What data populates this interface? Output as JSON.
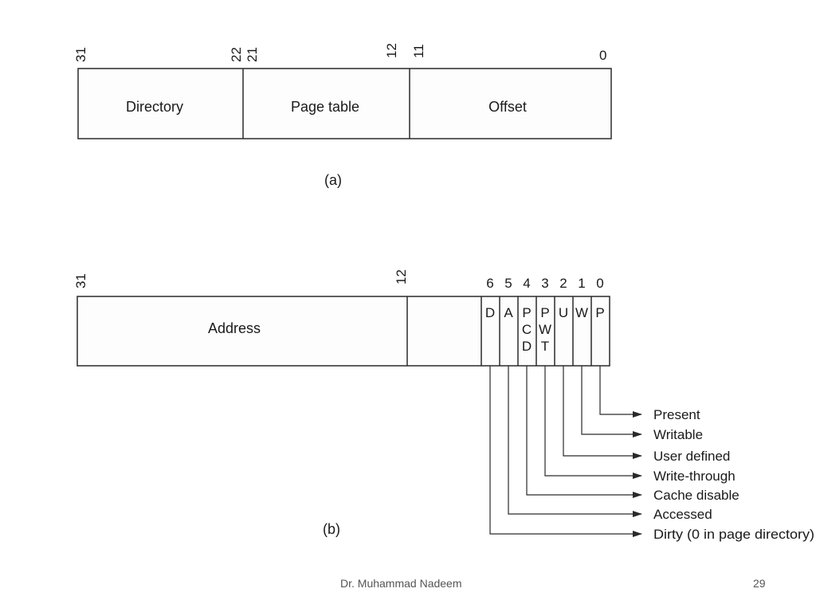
{
  "diagram_a": {
    "bit_labels": [
      "31",
      "22",
      "21",
      "12",
      "11",
      "0"
    ],
    "fields": [
      "Directory",
      "Page table",
      "Offset"
    ],
    "caption": "(a)"
  },
  "diagram_b": {
    "bit_labels": [
      "31",
      "12"
    ],
    "address_label": "Address",
    "flag_bits": [
      {
        "num": "6",
        "letters": [
          "D"
        ]
      },
      {
        "num": "5",
        "letters": [
          "A"
        ]
      },
      {
        "num": "4",
        "letters": [
          "P",
          "C",
          "D"
        ]
      },
      {
        "num": "3",
        "letters": [
          "P",
          "W",
          "T"
        ]
      },
      {
        "num": "2",
        "letters": [
          "U"
        ]
      },
      {
        "num": "1",
        "letters": [
          "W"
        ]
      },
      {
        "num": "0",
        "letters": [
          "P"
        ]
      }
    ],
    "legend": [
      "Present",
      "Writable",
      "User defined",
      "Write-through",
      "Cache disable",
      "Accessed",
      "Dirty (0 in page directory)"
    ],
    "caption": "(b)"
  },
  "footer": {
    "author": "Dr. Muhammad Nadeem",
    "page_number": "29"
  }
}
